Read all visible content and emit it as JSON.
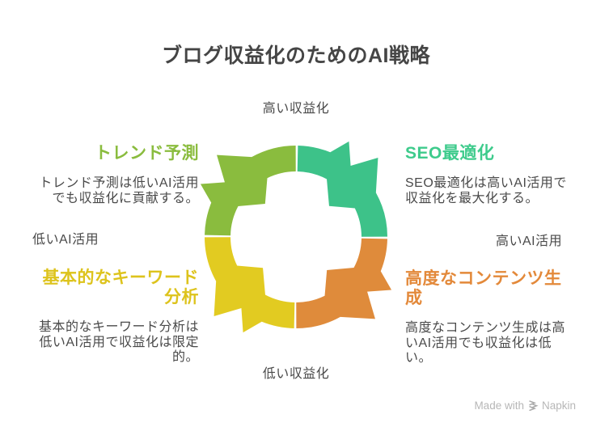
{
  "title": "ブログ収益化のためのAI戦略",
  "axes": {
    "top": "高い収益化",
    "bottom": "低い収益化",
    "left": "低いAI活用",
    "right": "高いAI活用"
  },
  "quadrants": {
    "top_left": {
      "heading": "トレンド予測",
      "body": "トレンド予測は低いAI活用\nでも収益化に貢献する。",
      "color": "#8abc3e"
    },
    "top_right": {
      "heading": "SEO最適化",
      "body": "SEO最適化は高いAI活用で\n収益化を最大化する。",
      "color": "#3dc289"
    },
    "bottom_left": {
      "heading": "基本的なキーワード\n分析",
      "body": "基本的なキーワード分析は\n低いAI活用で収益化は限定\n的。",
      "color": "#e2cb21"
    },
    "bottom_right": {
      "heading": "高度なコンテンツ生\n成",
      "body": "高度なコンテンツ生成は高\nいAI活用でも収益化は低\nい。",
      "color": "#df8b3b"
    }
  },
  "diagram": {
    "type": "cycle-quadrant-arrows",
    "colors": {
      "top_left": "#8abc3e",
      "top_right": "#3dc289",
      "bottom_left": "#e2cb21",
      "bottom_right": "#df8b3b"
    }
  },
  "watermark": {
    "prefix": "Made with",
    "brand": "Napkin"
  },
  "text_colors": {
    "title": "#454545",
    "body": "#4a4a4a",
    "axis": "#4a4a4a",
    "watermark": "#b7b7b7"
  }
}
